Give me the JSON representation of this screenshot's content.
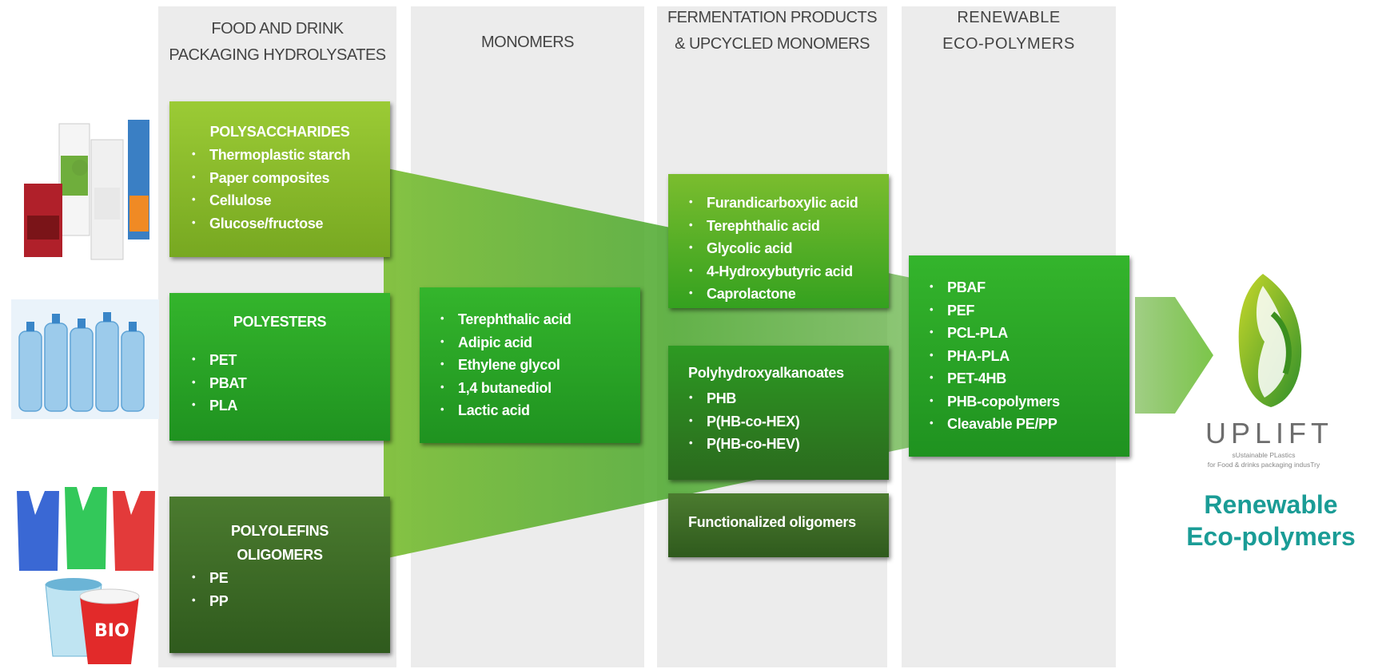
{
  "columns": {
    "hydrolysates": {
      "line1": "FOOD AND DRINK",
      "line2": "PACKAGING HYDROLYSATES"
    },
    "monomers": {
      "line1": "MONOMERS"
    },
    "fermentation": {
      "line1": "FERMENTATION PRODUCTS",
      "line2": "& UPCYCLED MONOMERS"
    },
    "eco_polymers": {
      "line1": "RENEWABLE",
      "line2": "ECO-POLYMERS"
    }
  },
  "boxes": {
    "polysaccharides": {
      "title": "POLYSACCHARIDES",
      "items": [
        "Thermoplastic starch",
        "Paper composites",
        "Cellulose",
        "Glucose/fructose"
      ]
    },
    "polyesters": {
      "title": "POLYESTERS",
      "items": [
        "PET",
        "PBAT",
        "PLA"
      ]
    },
    "polyolefins": {
      "title_line1": "POLYOLEFINS",
      "title_line2": "OLIGOMERS",
      "items": [
        "PE",
        "PP"
      ]
    },
    "monomers": {
      "items": [
        "Terephthalic acid",
        "Adipic acid",
        "Ethylene glycol",
        "1,4 butanediol",
        "Lactic acid"
      ]
    },
    "acids": {
      "items": [
        "Furandicarboxylic acid",
        "Terephthalic acid",
        "Glycolic acid",
        "4-Hydroxybutyric acid",
        "Caprolactone"
      ]
    },
    "pha": {
      "title": "Polyhydroxyalkanoates",
      "items": [
        "PHB",
        "P(HB-co-HEX)",
        "P(HB-co-HEV)"
      ]
    },
    "oligomers": {
      "title": "Functionalized oligomers"
    },
    "eco": {
      "items": [
        "PBAF",
        "PEF",
        "PCL-PLA",
        "PHA-PLA",
        "PET-4HB",
        "PHB-copolymers",
        "Cleavable PE/PP"
      ]
    }
  },
  "logo": {
    "name": "UPLIFT",
    "tagline1": "sUstainable PLastics",
    "tagline2": "for Food & drinks packaging indusTry"
  },
  "output": {
    "line1": "Renewable",
    "line2": "Eco-polymers"
  },
  "colors": {
    "column_bg": "#ececec",
    "lime_box": "#8bbd2b",
    "green_box": "#2aa526",
    "dark_box": "#3e6b25",
    "output_text": "#1a9c96",
    "logo_text": "#6d6d6d"
  },
  "icons": [
    "beverage-cartons-image",
    "water-bottles-image",
    "plastic-bags-image",
    "yogurt-cups-image",
    "uplift-bottle-logo"
  ]
}
